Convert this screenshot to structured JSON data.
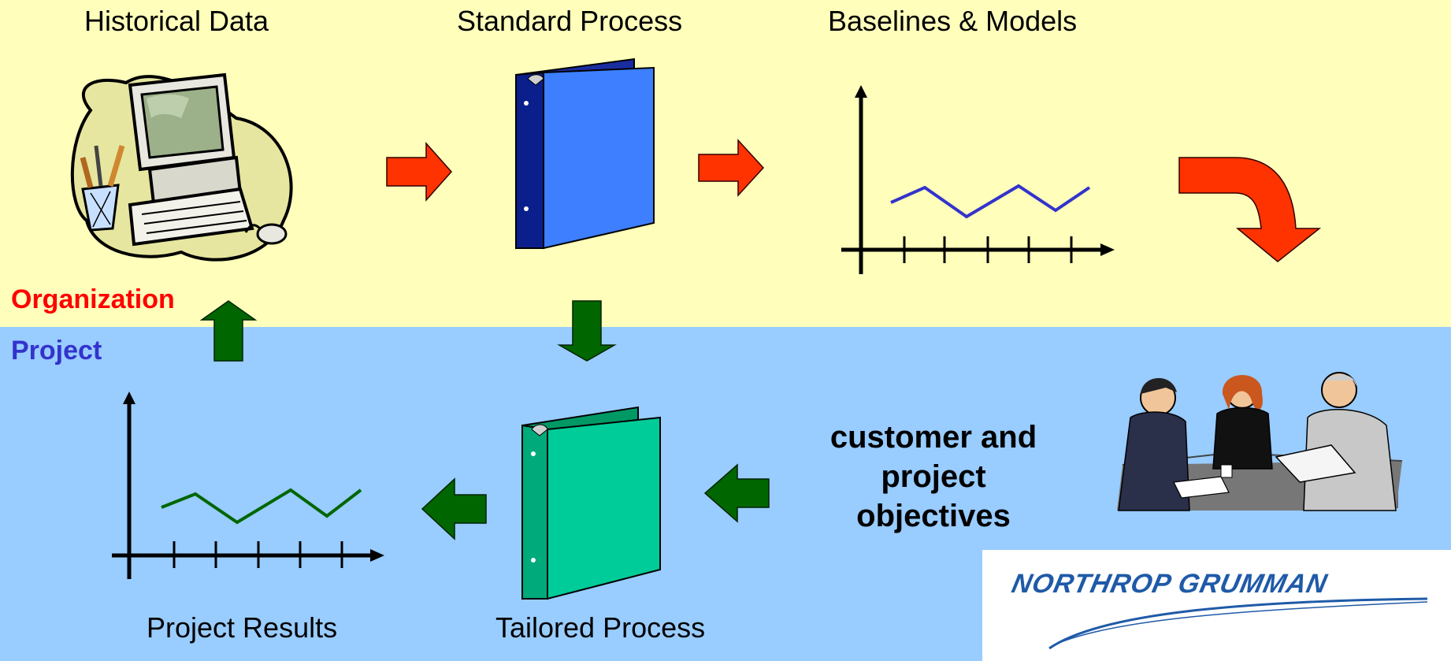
{
  "labels": {
    "historical_data": "Historical Data",
    "standard_process": "Standard Process",
    "baselines_models": "Baselines & Models",
    "project_results": "Project Results",
    "tailored_process": "Tailored Process"
  },
  "zones": {
    "organization": "Organization",
    "project": "Project"
  },
  "objectives": {
    "line1": "customer and",
    "line2": "project",
    "line3": "objectives"
  },
  "logo": {
    "text": "NORTHROP GRUMMAN"
  },
  "colors": {
    "organization_band": "#ffffbb",
    "project_band": "#99ccff",
    "organization_label": "#ff0000",
    "project_label": "#3333cc",
    "org_arrow": "#ff3300",
    "project_arrow": "#006600",
    "standard_binder": "#3d7fff",
    "tailored_binder": "#00cc99",
    "baseline_line": "#3333cc",
    "results_line": "#006600"
  },
  "icons": [
    "computer-icon",
    "blue-binder-icon",
    "green-binder-icon",
    "people-meeting-icon"
  ]
}
